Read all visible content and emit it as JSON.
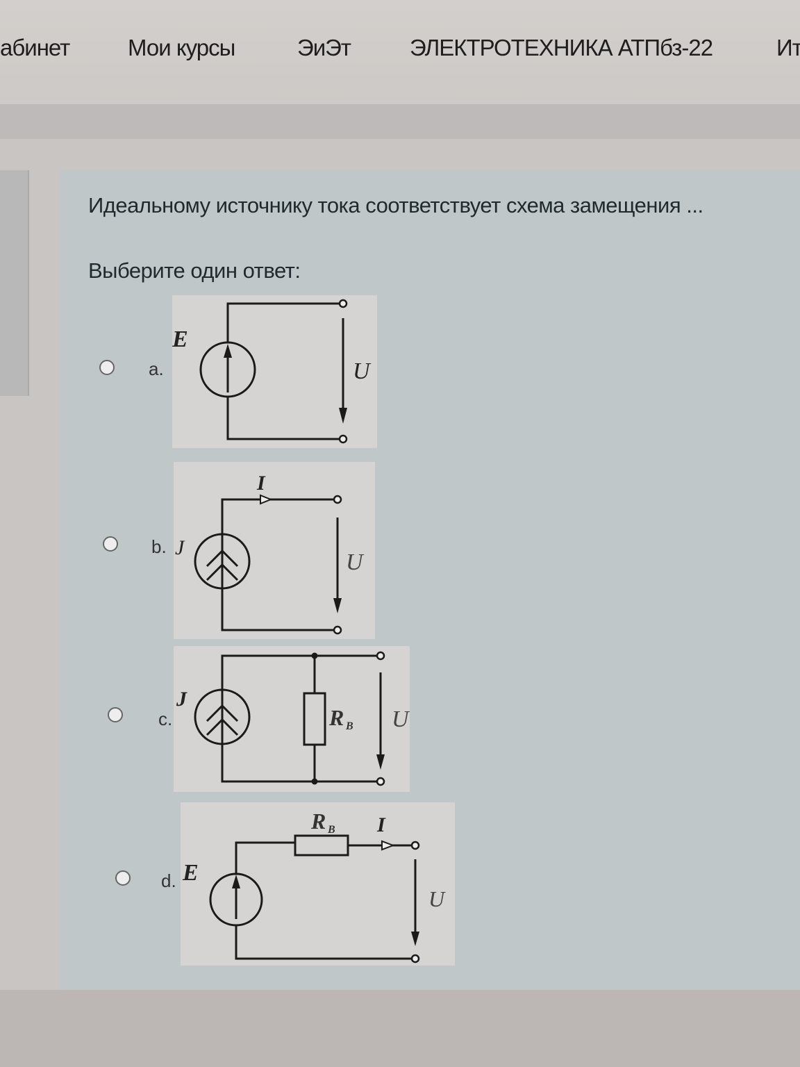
{
  "nav": {
    "items": [
      {
        "label": "абинет"
      },
      {
        "label": "Мои курсы"
      },
      {
        "label": "ЭиЭт"
      },
      {
        "label": "ЭЛЕКТРОТЕХНИКА АТПбз-22"
      },
      {
        "label": "Ит"
      }
    ]
  },
  "question": {
    "text": "Идеальному источнику тока соответствует схема замещения ...",
    "prompt": "Выберите один ответ:",
    "options": [
      {
        "letter": "a.",
        "source_label": "E",
        "voltage_label": "U",
        "type": "voltage-source",
        "selected": false
      },
      {
        "letter": "b.",
        "source_label": "J",
        "current_label": "I",
        "voltage_label": "U",
        "type": "current-source",
        "selected": false
      },
      {
        "letter": "c.",
        "source_label": "J",
        "resistor_label": "R",
        "resistor_sub": "B",
        "voltage_label": "U",
        "type": "current-source-with-parallel-resistor",
        "selected": false
      },
      {
        "letter": "d.",
        "source_label": "E",
        "resistor_label": "R",
        "resistor_sub": "B",
        "current_label": "I",
        "voltage_label": "U",
        "type": "voltage-source-with-series-resistor",
        "selected": false
      }
    ]
  },
  "colors": {
    "page_bg": "#c9c5c3",
    "panel_bg": "#c0c7c9",
    "text": "#1f2a2e",
    "wire": "#1a1a1a"
  }
}
